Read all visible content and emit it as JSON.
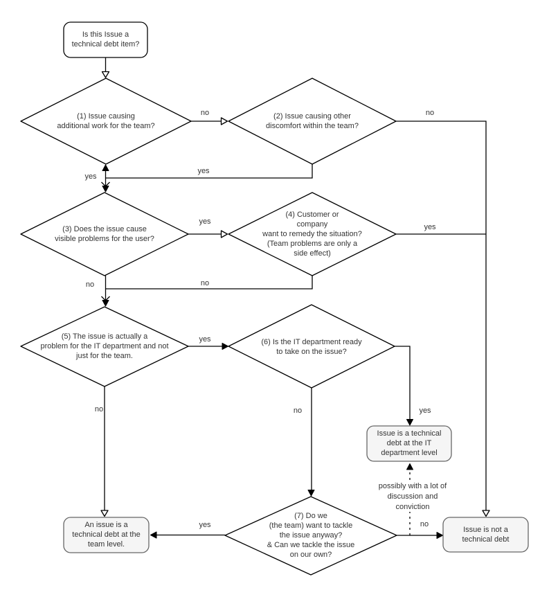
{
  "title": "Technical debt decision flowchart",
  "colors": {
    "stroke": "#000000",
    "text": "#333333",
    "decision_fill": "#ffffff",
    "start_fill": "#ffffff",
    "start_border": "#000000",
    "end_fill": "#f5f5f5",
    "end_border": "#666666",
    "background": "#ffffff"
  },
  "nodes": {
    "start": {
      "lines": [
        "Is this Issue a",
        "technical debt item?"
      ]
    },
    "q1": {
      "lines": [
        "(1) Issue causing",
        "additional work for the team?"
      ]
    },
    "q2": {
      "lines": [
        "(2) Issue causing other",
        "discomfort within the team?"
      ]
    },
    "q3": {
      "lines": [
        "(3) Does the issue cause",
        "visible problems for the user?"
      ]
    },
    "q4": {
      "lines": [
        "(4) Customer or",
        "company",
        "want to remedy the situation?",
        "(Team problems are only a",
        "side effect)"
      ]
    },
    "q5": {
      "lines": [
        "(5) The issue is actually a",
        "problem for the IT department and not",
        "just for the team."
      ]
    },
    "q6": {
      "lines": [
        "(6) Is the IT department ready",
        "to take on the issue?"
      ]
    },
    "q7": {
      "lines": [
        "(7) Do we",
        "(the team) want to tackle",
        "the issue anyway?",
        "& Can we tackle the issue",
        "on our own?"
      ]
    },
    "end_team": {
      "lines": [
        "An issue is a",
        "technical debt at the",
        "team level."
      ]
    },
    "end_it": {
      "lines": [
        "Issue is a technical",
        "debt at the IT",
        "department level"
      ]
    },
    "end_not": {
      "lines": [
        "Issue is not a",
        "technical debt"
      ]
    }
  },
  "edge_labels": {
    "q1_no": "no",
    "q1_yes": "yes",
    "q2_no": "no",
    "q2_yes": "yes",
    "q3_yes": "yes",
    "q3_no": "no",
    "q4_yes": "yes",
    "q4_no": "no",
    "q5_yes": "yes",
    "q5_no": "no",
    "q6_yes": "yes",
    "q6_no": "no",
    "q7_yes": "yes",
    "q7_no": "no"
  },
  "annotations": {
    "dashed_note": {
      "lines": [
        "possibly with a lot of",
        "discussion and",
        "conviction"
      ]
    }
  }
}
